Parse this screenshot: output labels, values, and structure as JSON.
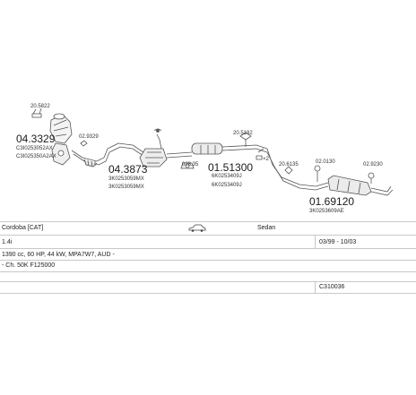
{
  "diagram": {
    "parts": [
      {
        "id": "p1",
        "code": "20.5822"
      },
      {
        "id": "p2",
        "code": "04.3329"
      },
      {
        "id": "p3",
        "code": "C3I0253052AX"
      },
      {
        "id": "p4",
        "code": "C3I025350A2AX"
      },
      {
        "id": "p5",
        "code": "02.9329"
      },
      {
        "id": "p6",
        "code": "04.3873"
      },
      {
        "id": "p7",
        "code": "3K0253059MX"
      },
      {
        "id": "p8",
        "code": "3K0253059MX"
      },
      {
        "id": "p9",
        "code": "028.35"
      },
      {
        "id": "p10",
        "code": "01.51300"
      },
      {
        "id": "p11",
        "code": "6K0253409J"
      },
      {
        "id": "p12",
        "code": "6K0253409J"
      },
      {
        "id": "p13",
        "code": "20.5192"
      },
      {
        "id": "p14",
        "code": "×2"
      },
      {
        "id": "p15",
        "code": "20.6135"
      },
      {
        "id": "p16",
        "code": "02.0130"
      },
      {
        "id": "p17",
        "code": "02.9230"
      },
      {
        "id": "p18",
        "code": "01.69120"
      },
      {
        "id": "p19",
        "code": "3K0253609AE"
      }
    ]
  },
  "info": {
    "model": "Cordoba [CAT]",
    "body": "Sedan",
    "engine": "1.4i",
    "years": "03/99 - 10/03",
    "spec": "1390 cc, 60 HP, 44 kW, MPA7W7, AUD -",
    "chassis": "- Ch. 50K F125000",
    "ref": "C310036"
  }
}
